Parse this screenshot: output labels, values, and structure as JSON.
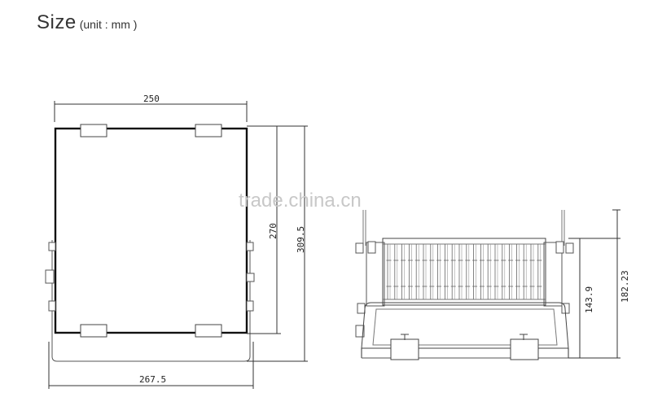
{
  "header": {
    "title": "Size",
    "unit": "(unit : mm )"
  },
  "front_view": {
    "width_top": "250",
    "width_bottom": "267.5",
    "height_inner": "270",
    "height_outer": "309.5"
  },
  "side_view": {
    "height_lower": "143.9",
    "height_total": "182.23"
  },
  "watermark": "trade.china.cn",
  "colors": {
    "line": "#1a1a1a",
    "thin": "#444444",
    "light": "#8a8a8a",
    "watermark": "#c8c8c8"
  }
}
